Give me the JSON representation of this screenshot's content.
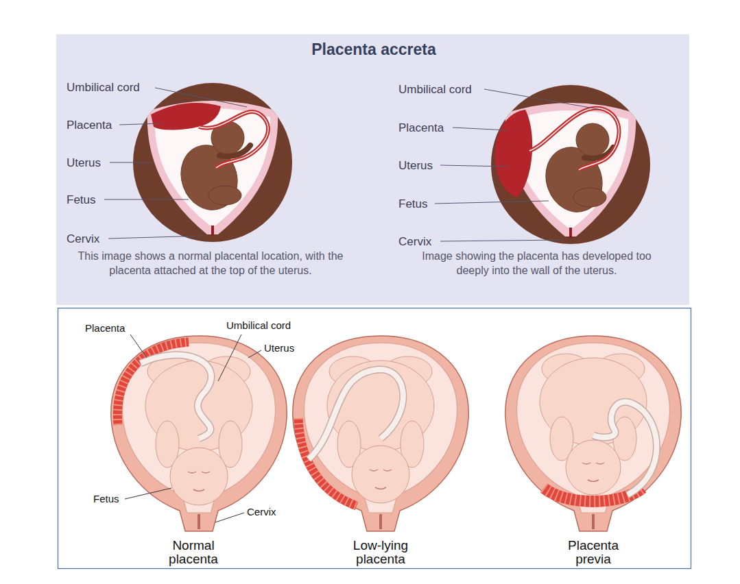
{
  "diagram": {
    "title": "Placenta accreta",
    "labels": [
      "Umbilical cord",
      "Placenta",
      "Uterus",
      "Fetus",
      "Cervix",
      "This image shows a normal placental location, with the placenta attached at the top of the uterus.",
      "Umbilical cord",
      "Placenta",
      "Uterus",
      "Fetus",
      "Cervix",
      "Image showing the placenta has developed too deeply into the wall of the uterus.",
      "Placenta",
      "Umbilical cord",
      "Uterus",
      "Fetus",
      "Cervix",
      "Normal placenta",
      "Low-lying placenta",
      "Placenta previa"
    ]
  }
}
